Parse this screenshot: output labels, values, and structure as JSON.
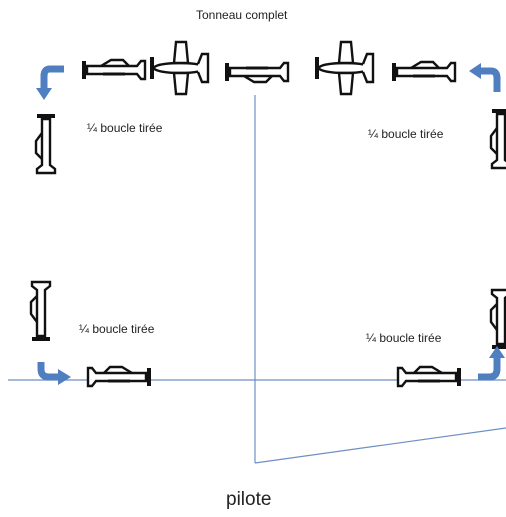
{
  "title": "Tonneau complet",
  "labels": {
    "top_left": "¼  boucle tirée",
    "top_right": "¼  boucle tirée",
    "bottom_left": "¼  boucle tirée",
    "bottom_right": "¼  boucle tirée"
  },
  "pilot_label": "pilote",
  "colors": {
    "line": "#6e8fc4",
    "arrow": "#4f7fc0",
    "plane": "#111111"
  }
}
